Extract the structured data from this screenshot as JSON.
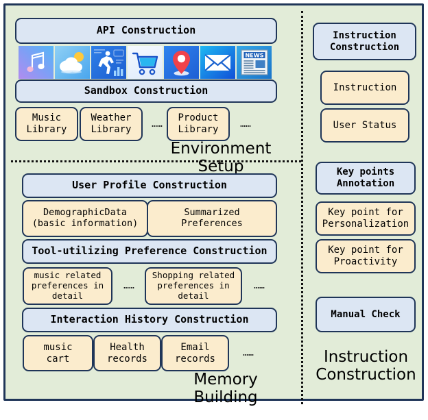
{
  "diagram": {
    "background_color": "#e2ecd8",
    "border_color": "#1f3558",
    "blue_box_color": "#dce6f3",
    "cream_box_color": "#fbeccd",
    "sections": {
      "environment_setup": {
        "caption": "Environment Setup",
        "api_construction": "API Construction",
        "sandbox_construction": "Sandbox Construction",
        "app_icons": [
          {
            "name": "music-app-icon",
            "label": "Music"
          },
          {
            "name": "weather-app-icon",
            "label": "Weather"
          },
          {
            "name": "fitness-app-icon",
            "label": "Fitness"
          },
          {
            "name": "shopping-cart-app-icon",
            "label": "Shopping"
          },
          {
            "name": "map-location-app-icon",
            "label": "Map"
          },
          {
            "name": "email-app-icon",
            "label": "Email"
          },
          {
            "name": "news-app-icon",
            "label": "News"
          }
        ],
        "libraries": [
          "Music\nLibrary",
          "Weather\nLibrary",
          "Product\nLibrary"
        ],
        "ellipsis_1": "……",
        "ellipsis_2": "……"
      },
      "memory_building": {
        "caption": "Memory Building",
        "user_profile_construction": "User Profile Construction",
        "profile_items": [
          "DemographicData\n(basic information)",
          "Summarized\nPreferences"
        ],
        "tool_utilizing_preference_construction": "Tool-utilizing Preference Construction",
        "preference_items": [
          "music related\npreferences in\ndetail",
          "Shopping related\npreferences in\ndetail"
        ],
        "preference_ellipsis_1": "……",
        "preference_ellipsis_2": "……",
        "interaction_history_construction": "Interaction History Construction",
        "history_items": [
          "music\ncart",
          "Health\nrecords",
          "Email\nrecords"
        ],
        "history_ellipsis": "……"
      },
      "instruction_construction": {
        "caption": "Instruction\nConstruction",
        "instruction_construction_header": "Instruction\nConstruction",
        "instruction_items": [
          "Instruction",
          "User Status"
        ],
        "key_points_annotation_header": "Key points\nAnnotation",
        "key_point_items": [
          "Key point for\nPersonalization",
          "Key point for\nProactivity"
        ],
        "manual_check": "Manual Check"
      }
    }
  }
}
